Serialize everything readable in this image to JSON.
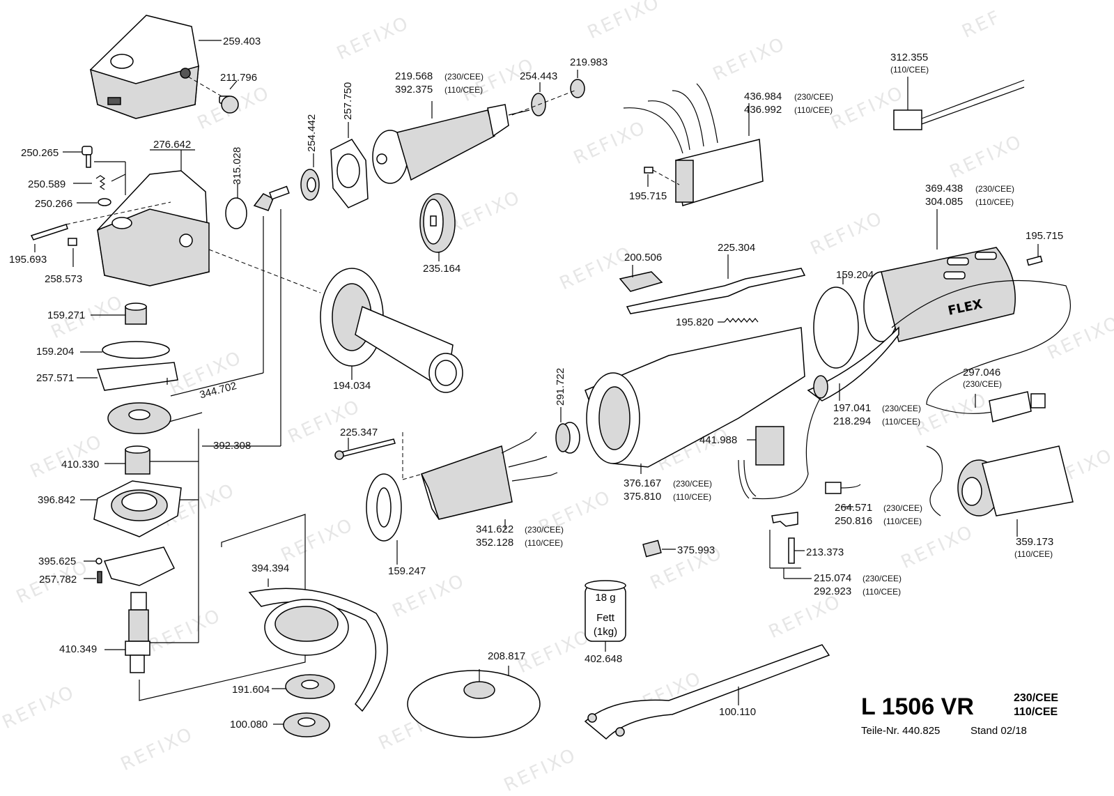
{
  "watermark": "REFIXO",
  "watermark_partial": "REF",
  "title": {
    "model": "L 1506 VR",
    "variant_1": "230/CEE",
    "variant_2": "110/CEE",
    "part_no": "Teile-Nr. 440.825",
    "date": "Stand 02/18"
  },
  "grease": {
    "amount": "18 g",
    "name": "Fett",
    "pack": "(1kg)"
  },
  "parts": [
    {
      "id": "p259403",
      "number": "259.403"
    },
    {
      "id": "p211796",
      "number": "211.796"
    },
    {
      "id": "p250265",
      "number": "250.265"
    },
    {
      "id": "p276642",
      "number": "276.642"
    },
    {
      "id": "p250589",
      "number": "250.589"
    },
    {
      "id": "p250266",
      "number": "250.266"
    },
    {
      "id": "p195693",
      "number": "195.693"
    },
    {
      "id": "p258573",
      "number": "258.573"
    },
    {
      "id": "p315028",
      "number": "315.028"
    },
    {
      "id": "p254442",
      "number": "254.442"
    },
    {
      "id": "p257750",
      "number": "257.750"
    },
    {
      "id": "p219568",
      "number": "219.568",
      "variant": "(230/CEE)"
    },
    {
      "id": "p392375",
      "number": "392.375",
      "variant": "(110/CEE)"
    },
    {
      "id": "p254443",
      "number": "254.443"
    },
    {
      "id": "p219983",
      "number": "219.983"
    },
    {
      "id": "p436984",
      "number": "436.984",
      "variant": "(230/CEE)"
    },
    {
      "id": "p436992",
      "number": "436.992",
      "variant": "(110/CEE)"
    },
    {
      "id": "p312355",
      "number": "312.355",
      "variant": "(110/CEE)"
    },
    {
      "id": "p195715a",
      "number": "195.715"
    },
    {
      "id": "p235164",
      "number": "235.164"
    },
    {
      "id": "p369438",
      "number": "369.438",
      "variant": "(230/CEE)"
    },
    {
      "id": "p304085",
      "number": "304.085",
      "variant": "(110/CEE)"
    },
    {
      "id": "p195715b",
      "number": "195.715"
    },
    {
      "id": "p200506",
      "number": "200.506"
    },
    {
      "id": "p225304",
      "number": "225.304"
    },
    {
      "id": "p159204b",
      "number": "159.204"
    },
    {
      "id": "p159271",
      "number": "159.271"
    },
    {
      "id": "p195820",
      "number": "195.820"
    },
    {
      "id": "p159204a",
      "number": "159.204"
    },
    {
      "id": "p257571",
      "number": "257.571"
    },
    {
      "id": "p194034",
      "number": "194.034"
    },
    {
      "id": "p291722",
      "number": "291.722"
    },
    {
      "id": "p297046",
      "number": "297.046",
      "variant": "(230/CEE)"
    },
    {
      "id": "p344702",
      "number": "344.702"
    },
    {
      "id": "p197041",
      "number": "197.041",
      "variant": "(230/CEE)"
    },
    {
      "id": "p218294",
      "number": "218.294",
      "variant": "(110/CEE)"
    },
    {
      "id": "p392308",
      "number": "392.308"
    },
    {
      "id": "p225347",
      "number": "225.347"
    },
    {
      "id": "p441988",
      "number": "441.988"
    },
    {
      "id": "p410330",
      "number": "410.330"
    },
    {
      "id": "p376167",
      "number": "376.167",
      "variant": "(230/CEE)"
    },
    {
      "id": "p375810",
      "number": "375.810",
      "variant": "(110/CEE)"
    },
    {
      "id": "p396842",
      "number": "396.842"
    },
    {
      "id": "p264571",
      "number": "264.571",
      "variant": "(230/CEE)"
    },
    {
      "id": "p250816",
      "number": "250.816",
      "variant": "(110/CEE)"
    },
    {
      "id": "p341622",
      "number": "341.622",
      "variant": "(230/CEE)"
    },
    {
      "id": "p352128",
      "number": "352.128",
      "variant": "(110/CEE)"
    },
    {
      "id": "p359173",
      "number": "359.173",
      "variant": "(110/CEE)"
    },
    {
      "id": "p375993",
      "number": "375.993"
    },
    {
      "id": "p213373",
      "number": "213.373"
    },
    {
      "id": "p395625",
      "number": "395.625"
    },
    {
      "id": "p159247",
      "number": "159.247"
    },
    {
      "id": "p394394",
      "number": "394.394"
    },
    {
      "id": "p257782",
      "number": "257.782"
    },
    {
      "id": "p215074",
      "number": "215.074",
      "variant": "(230/CEE)"
    },
    {
      "id": "p292923",
      "number": "292.923",
      "variant": "(110/CEE)"
    },
    {
      "id": "p402648",
      "number": "402.648"
    },
    {
      "id": "p410349",
      "number": "410.349"
    },
    {
      "id": "p208817",
      "number": "208.817"
    },
    {
      "id": "p191604",
      "number": "191.604"
    },
    {
      "id": "p100110",
      "number": "100.110"
    },
    {
      "id": "p100080",
      "number": "100.080"
    }
  ]
}
